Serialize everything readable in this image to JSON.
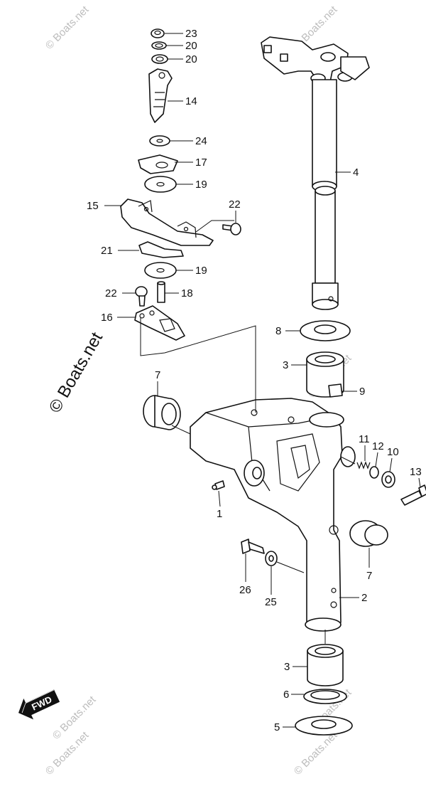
{
  "diagram": {
    "callouts": [
      "23",
      "20",
      "20",
      "14",
      "24",
      "17",
      "19",
      "15",
      "22",
      "21",
      "19",
      "22",
      "18",
      "16",
      "4",
      "8",
      "3",
      "9",
      "7",
      "11",
      "12",
      "10",
      "13",
      "1",
      "7",
      "26",
      "25",
      "2",
      "3",
      "6",
      "5"
    ],
    "watermark_main": "© Boats.net",
    "watermark_corner": "© Boats.net",
    "fwd_label": "FWD"
  }
}
